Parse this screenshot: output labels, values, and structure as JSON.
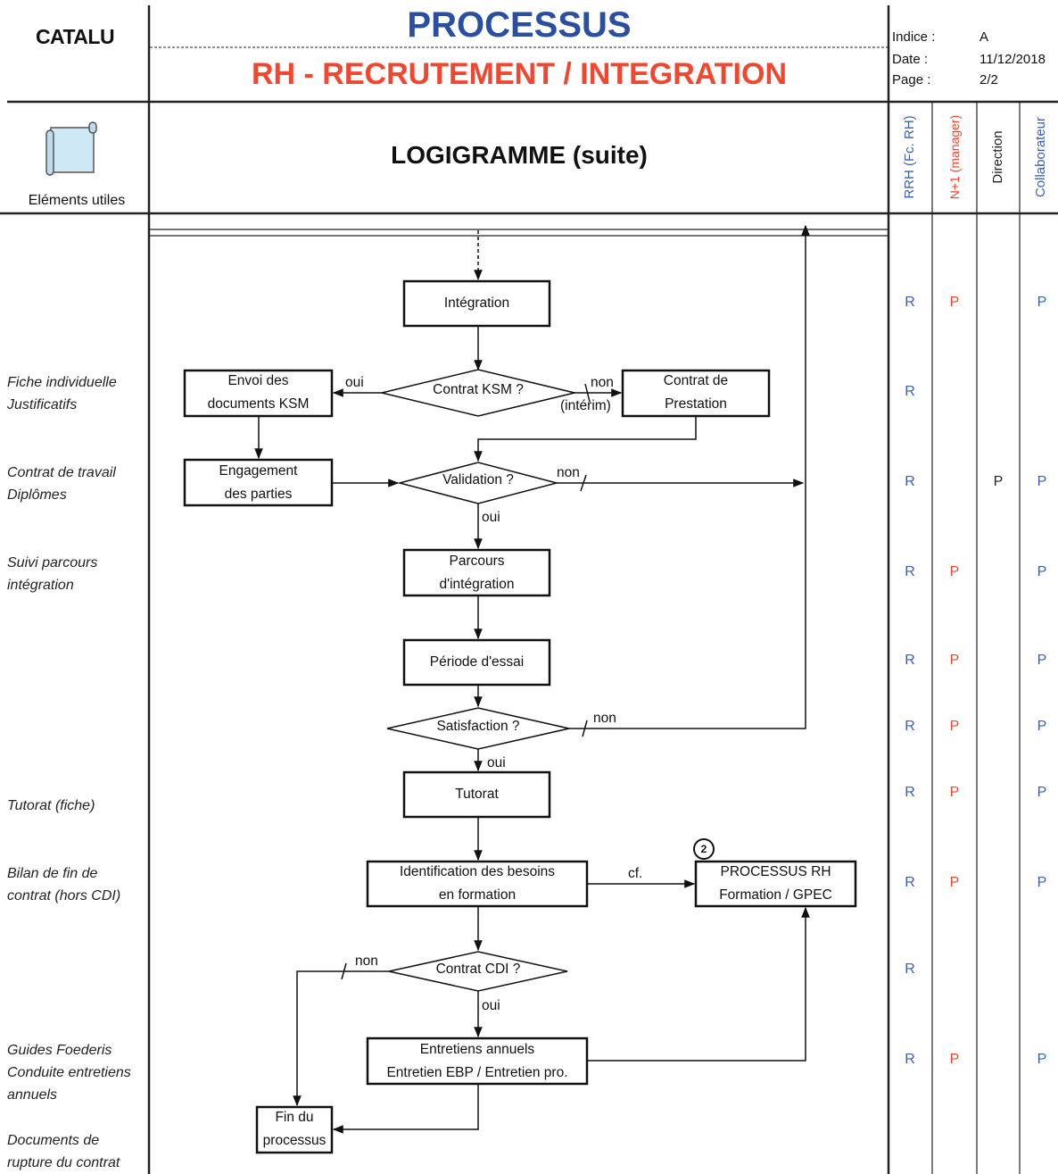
{
  "header": {
    "logo": "CATALU",
    "title": "PROCESSUS",
    "subtitle": "RH - RECRUTEMENT / INTEGRATION",
    "meta": [
      {
        "label": "Indice :",
        "value": "A"
      },
      {
        "label": "Date :",
        "value": "11/12/2018"
      },
      {
        "label": "Page :",
        "value": "2/2"
      }
    ]
  },
  "section": {
    "utils_label": "Eléments utiles",
    "heading": "LOGIGRAMME (suite)",
    "roles": [
      {
        "label": "RRH (Fc. RH)",
        "color": "#3b5fb0"
      },
      {
        "label": "N+1 (manager)",
        "color": "#f2462f"
      },
      {
        "label": "Direction",
        "color": "#222222"
      },
      {
        "label": "Collaborateur",
        "color": "#3b5fb0"
      }
    ]
  },
  "side_notes": [
    "Fiche individuelle",
    "Justificatifs",
    "Contrat de travail",
    "Diplômes",
    "Suivi parcours",
    "intégration",
    "Tutorat (fiche)",
    "Bilan de fin de",
    "contrat (hors CDI)",
    "Guides Foederis",
    "Conduite entretiens",
    "annuels",
    "Documents de",
    "rupture du contrat"
  ],
  "flow": {
    "integration": "Intégration",
    "envoi_1": "Envoi des",
    "envoi_2": "documents KSM",
    "contrat_ksm": "Contrat KSM ?",
    "prestation_1": "Contrat de",
    "prestation_2": "Prestation",
    "engagement_1": "Engagement",
    "engagement_2": "des parties",
    "validation": "Validation ?",
    "parcours_1": "Parcours",
    "parcours_2": "d'intégration",
    "periode": "Période d'essai",
    "satisfaction": "Satisfaction ?",
    "tutorat": "Tutorat",
    "besoins_1": "Identification des besoins",
    "besoins_2": "en formation",
    "processus_1": "PROCESSUS RH",
    "processus_2": "Formation / GPEC",
    "processus_ref": "2",
    "contrat_cdi": "Contrat CDI ?",
    "entretiens_1": "Entretiens annuels",
    "entretiens_2": "Entretien EBP / Entretien pro.",
    "fin_1": "Fin du",
    "fin_2": "processus",
    "oui": "oui",
    "non": "non",
    "interim": "(intérim)",
    "cf": "cf."
  },
  "raci": [
    [
      "R",
      "P",
      "",
      "P"
    ],
    [
      "R",
      "",
      "",
      ""
    ],
    [
      "R",
      "",
      "P",
      "P"
    ],
    [
      "R",
      "P",
      "",
      "P"
    ],
    [
      "R",
      "P",
      "",
      "P"
    ],
    [
      "R",
      "P",
      "",
      "P"
    ],
    [
      "R",
      "P",
      "",
      "P"
    ],
    [
      "R",
      "P",
      "",
      "P"
    ],
    [
      "R",
      "",
      "",
      ""
    ],
    [
      "R",
      "P",
      "",
      "P"
    ]
  ]
}
